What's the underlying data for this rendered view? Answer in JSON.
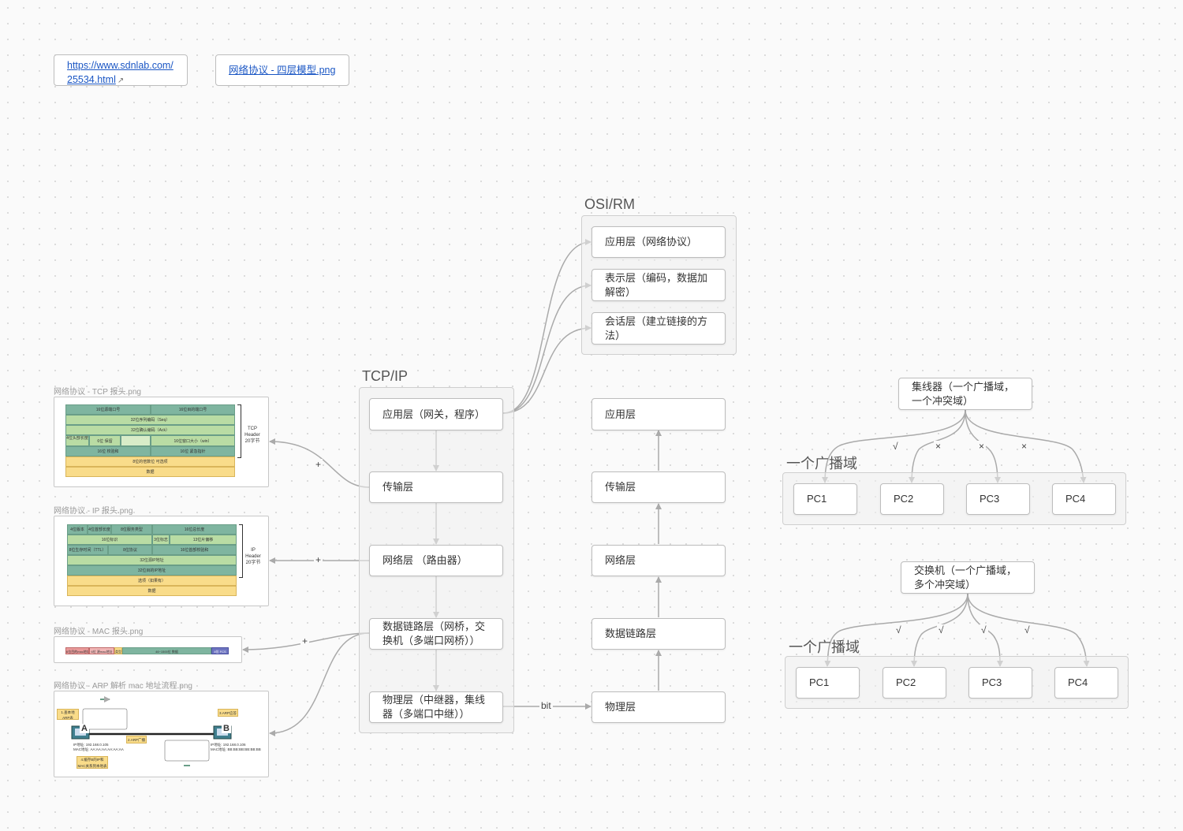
{
  "links": [
    {
      "line1": "https://www.sdnlab.com/",
      "line2": "25534.html"
    },
    {
      "text": "网络协议 - 四层模型.png"
    }
  ],
  "groups": {
    "tcpip": "TCP/IP",
    "osi": "OSI/RM",
    "broadcast1": "一个广播域",
    "broadcast2": "一个广播域"
  },
  "tcpip_layers": [
    "应用层（网关，程序）",
    "传输层",
    "网络层 （路由器）",
    "数据链路层（网桥，交换机（多端口网桥））",
    "物理层（中继器，集线器（多端口中继））"
  ],
  "osi_top": [
    "应用层（网络协议）",
    "表示层（编码，数据加解密）",
    "会话层（建立链接的方法）"
  ],
  "stack": [
    "应用层",
    "传输层",
    "网络层",
    "数据链路层",
    "物理层"
  ],
  "edge_labels": {
    "bit": "bit",
    "plus": "+"
  },
  "images": {
    "tcp": {
      "caption": "网络协议 - TCP 报头.png",
      "header": "TCP Header 20字节",
      "cells": [
        "16位源端口号",
        "16位目的端口号",
        "32位序列编码（Seq）",
        "32位确认编码（Ack）",
        "4位头部长度",
        "6位 保留",
        "16位窗口大小（win）",
        "16位 校验和",
        "16位 紧急指针",
        "8位的倍数位 可选项",
        "数据"
      ]
    },
    "ip": {
      "caption": "网络协议 - IP 报头.png",
      "header": "IP Header 20字节",
      "cells": [
        "4位版本",
        "4位首部长度",
        "8位服务类型",
        "16位总长度",
        "16位标识",
        "3位标志",
        "13位片偏移",
        "8位生存时间（TTL）",
        "8位协议",
        "16位首部校验和",
        "32位源IP地址",
        "32位目的IP地址",
        "选项（如果有）",
        "数据"
      ]
    },
    "mac": {
      "caption": "网络协议 - MAC 报头.png",
      "cells": [
        "6位目的mac地址",
        "6位 源mac地址",
        "类型",
        "46~1500位 数据",
        "4位 FCS"
      ]
    },
    "arp": {
      "caption": "网络协议 - ARP 解析 mac 地址流程.png",
      "hostA": "A",
      "hostB": "B",
      "notes": [
        "1.查本地ARP表",
        "2.ARP广播",
        "3.ARP应答",
        "4.缓存B的IP和MAC关系到本地表"
      ],
      "ipA": "IP地址: 192.168.0.105",
      "macA": "MAC地址: AA:AA:AA:AA:AA:AA",
      "ipB": "IP地址: 192.168.0.106",
      "macB": "MAC地址: BB:BB:BB:BB:BB:BB"
    }
  },
  "hub": {
    "title": "集线器（一个广播域，一个冲突域）",
    "pcs": [
      "PC1",
      "PC2",
      "PC3",
      "PC4"
    ],
    "marks": [
      "√",
      "×",
      "×",
      "×"
    ]
  },
  "switch": {
    "title": "交换机（一个广播域，多个冲突域）",
    "pcs": [
      "PC1",
      "PC2",
      "PC3",
      "PC4"
    ],
    "marks": [
      "√",
      "√",
      "√",
      "√"
    ]
  }
}
